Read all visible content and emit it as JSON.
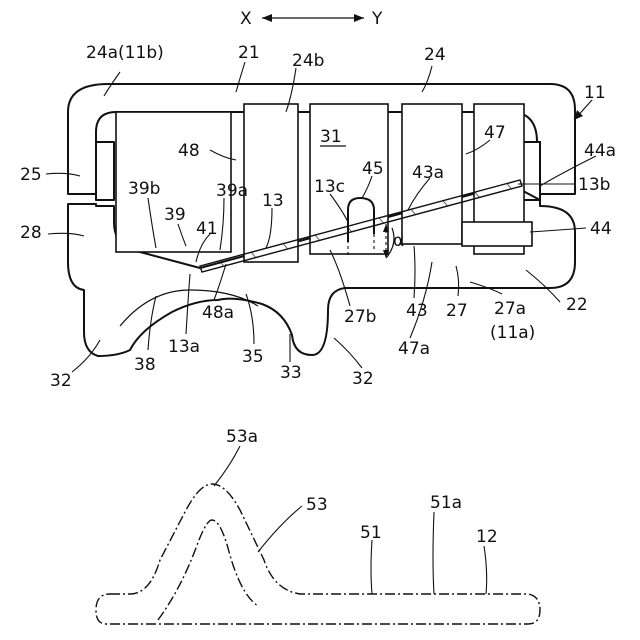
{
  "direction": {
    "left": "X",
    "right": "Y"
  },
  "labels": {
    "l24a": "24a(11b)",
    "l21": "21",
    "l24b": "24b",
    "l24": "24",
    "l11": "11",
    "l31": "31",
    "l47": "47",
    "l44a": "44a",
    "l48": "48",
    "l45": "45",
    "l43a": "43a",
    "l13b": "13b",
    "l25": "25",
    "l39b": "39b",
    "l39a": "39a",
    "l13": "13",
    "l13c": "13c",
    "l28": "28",
    "l39": "39",
    "l44": "44",
    "l41": "41",
    "alpha": "α",
    "l22": "22",
    "l27": "27",
    "l27a": "27a",
    "l11a": "(11a)",
    "l48a": "48a",
    "l27b": "27b",
    "l43": "43",
    "l13a": "13a",
    "l38": "38",
    "l35": "35",
    "l47a": "47a",
    "l32left": "32",
    "l33": "33",
    "l32right": "32",
    "l53a": "53a",
    "l53": "53",
    "l51a": "51a",
    "l51": "51",
    "l12": "12"
  }
}
